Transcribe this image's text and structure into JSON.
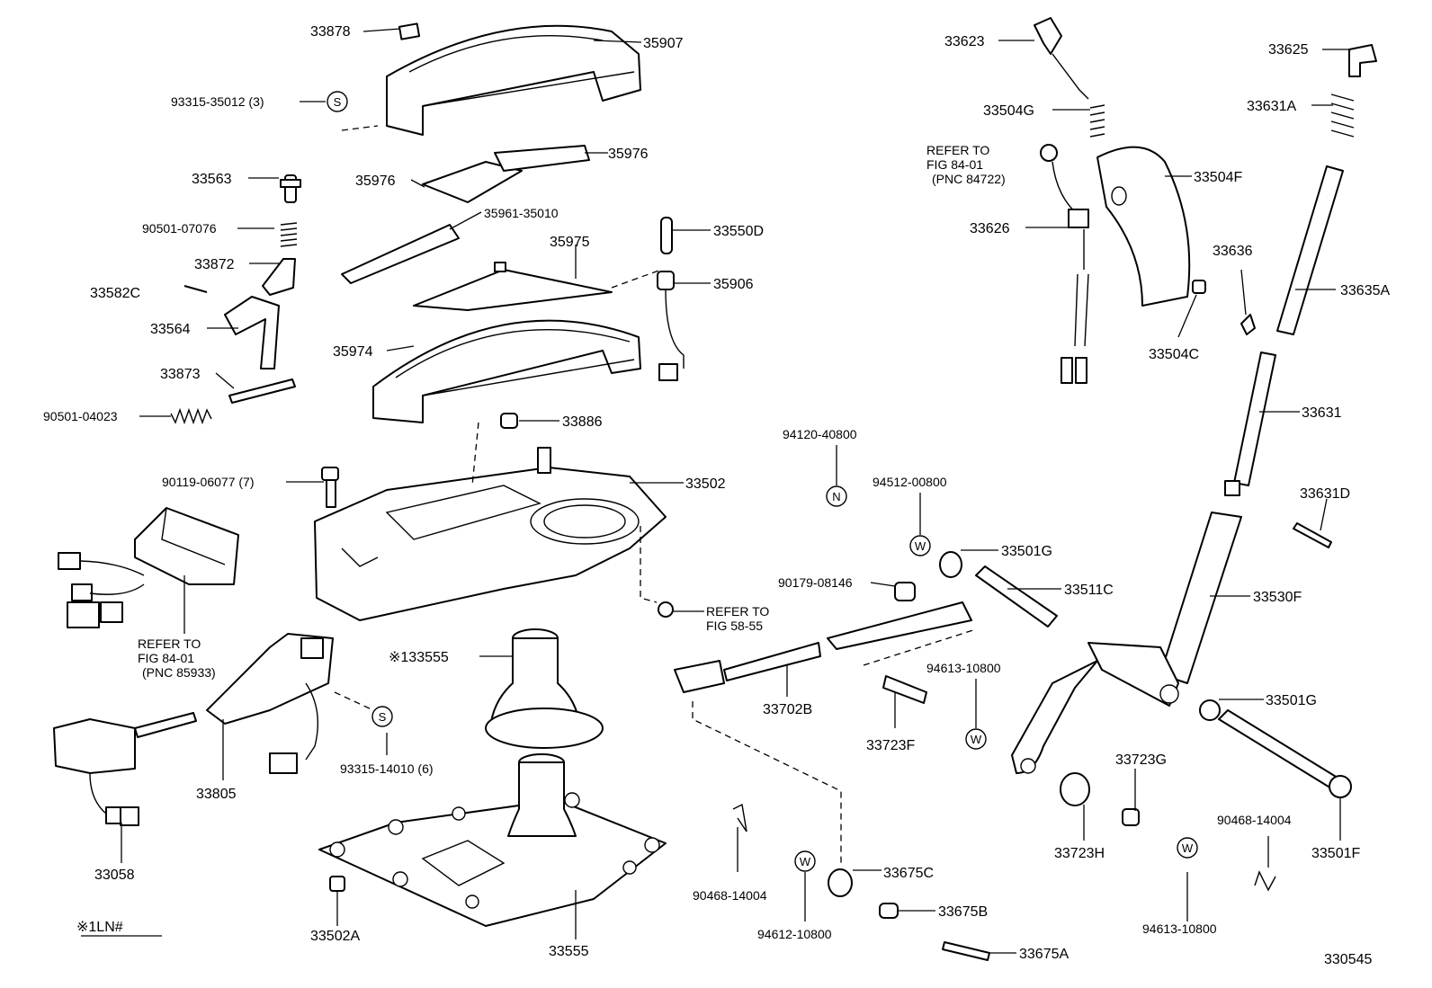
{
  "diagram": {
    "figure_number": "330545",
    "footnote": "※1LN#",
    "part_labels": {
      "p33878": "33878",
      "p35907": "35907",
      "p93315_35012": "93315-35012 (3)",
      "p33563": "33563",
      "p35976a": "35976",
      "p35976b": "35976",
      "p90501_07076": "90501-07076",
      "p35961_35010": "35961-35010",
      "p33872": "33872",
      "p35975": "35975",
      "p33550d": "33550D",
      "p33582c": "33582C",
      "p35906": "35906",
      "p33564": "33564",
      "p35974": "35974",
      "p33873": "33873",
      "p90501_04023": "90501-04023",
      "p33886": "33886",
      "p90119_06077": "90119-06077 (7)",
      "p33502": "33502",
      "p133555": "※133555",
      "p93315_14010": "93315-14010 (6)",
      "p33805": "33805",
      "p33058": "33058",
      "p33502a": "33502A",
      "p33555": "33555",
      "p33623": "33623",
      "p33625": "33625",
      "p33504g": "33504G",
      "p33631a": "33631A",
      "p33504f": "33504F",
      "p33626": "33626",
      "p33636": "33636",
      "p33635a": "33635A",
      "p33504c": "33504C",
      "p33631": "33631",
      "p94120_40800": "94120-40800",
      "p94512_00800": "94512-00800",
      "p33631d": "33631D",
      "p33501g_a": "33501G",
      "p90179_08146": "90179-08146",
      "p33511c": "33511C",
      "p33530f": "33530F",
      "p94613_10800_a": "94613-10800",
      "p33702b": "33702B",
      "p33723f": "33723F",
      "p33501g_b": "33501G",
      "p33723g": "33723G",
      "p90468_14004_a": "90468-14004",
      "p33723h": "33723H",
      "p33501f": "33501F",
      "p90468_14004_b": "90468-14004",
      "p33675c": "33675C",
      "p94612_10800": "94612-10800",
      "p33675b": "33675B",
      "p94613_10800_b": "94613-10800",
      "p33675a": "33675A"
    },
    "refer_notes": {
      "fig84_top": [
        "REFER TO",
        "FIG 84-01",
        "(PNC 84722)"
      ],
      "fig58": [
        "REFER TO",
        "FIG 58-55"
      ],
      "fig84_left": [
        "REFER TO",
        "FIG 84-01",
        "(PNC 85933)"
      ]
    },
    "symbols": {
      "s_circle": "S",
      "n_circle": "N",
      "w_circle": "W"
    }
  }
}
